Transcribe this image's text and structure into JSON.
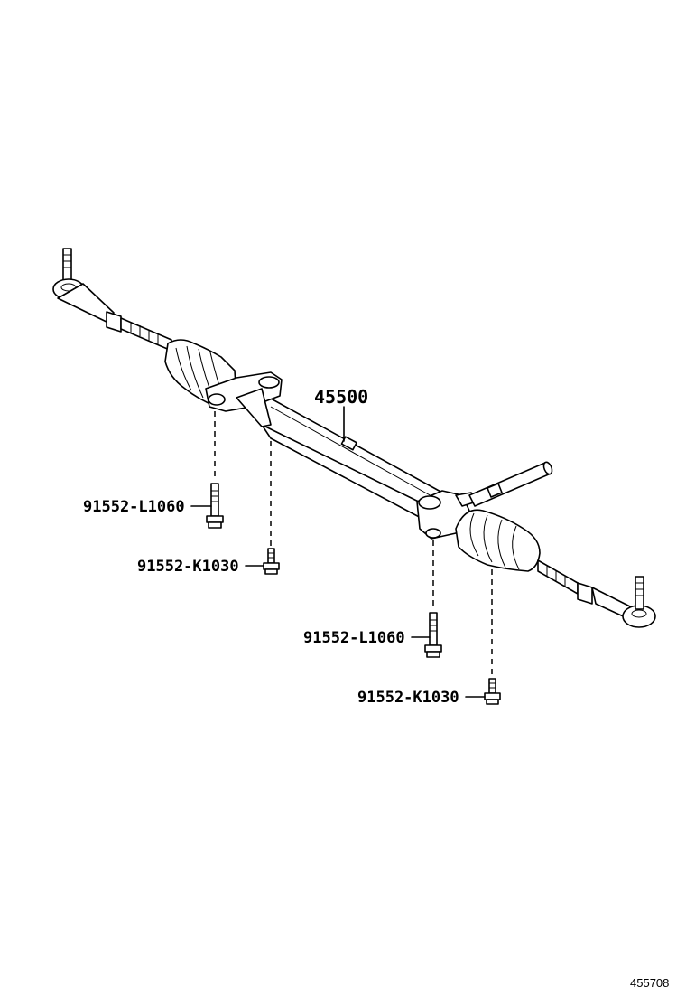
{
  "callouts": {
    "main_part": "45500",
    "bolt_left_upper": "91552-L1060",
    "bolt_left_lower": "91552-K1030",
    "bolt_right_upper": "91552-L1060",
    "bolt_right_lower": "91552-K1030"
  },
  "figure_number": "455708"
}
